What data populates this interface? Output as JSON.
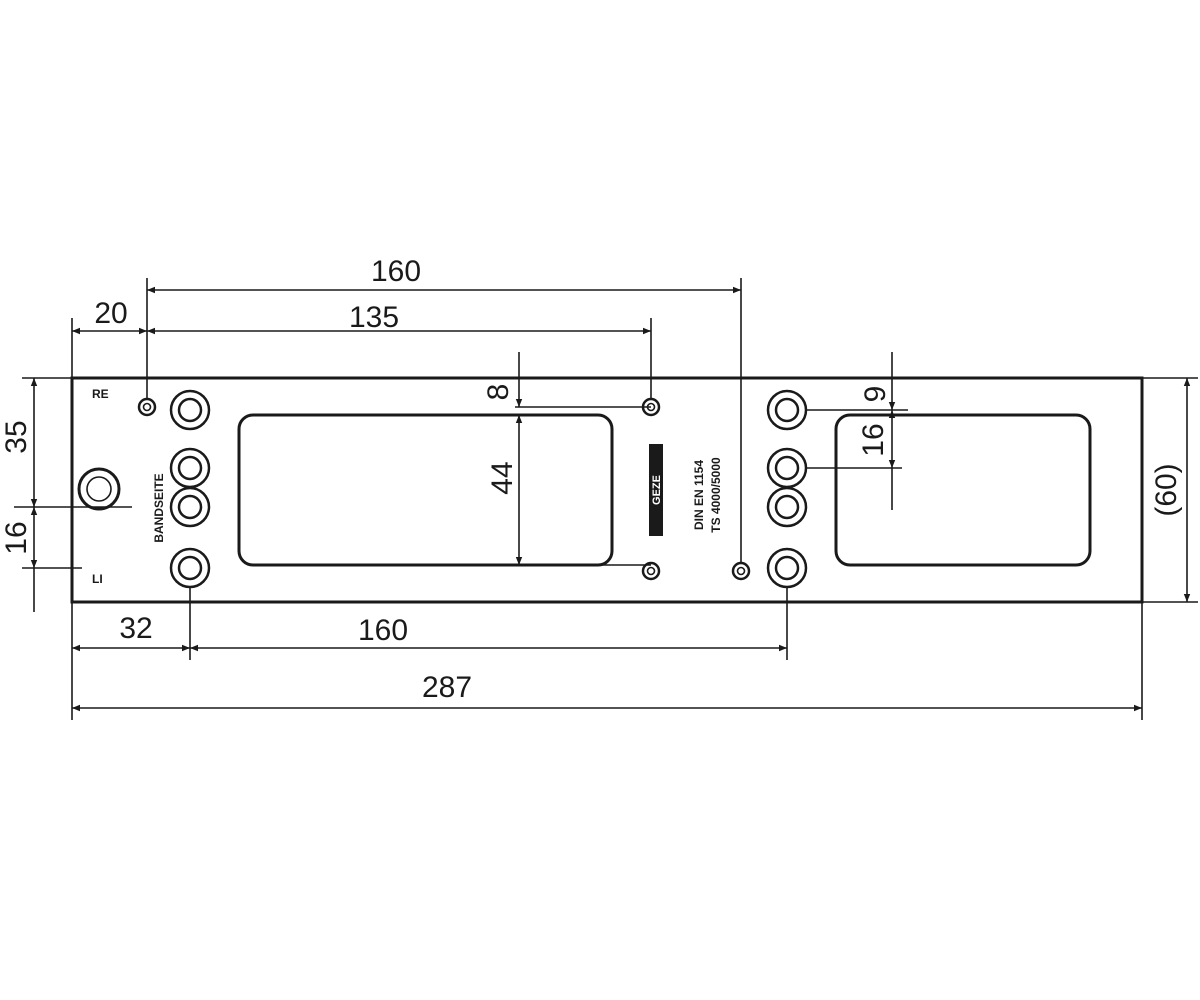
{
  "dimensions": {
    "top_160": "160",
    "top_20": "20",
    "top_135": "135",
    "left_35": "35",
    "left_16": "16",
    "inner_8": "8",
    "inner_44": "44",
    "right_9": "9",
    "right_16": "16",
    "right_60": "(60)",
    "bottom_32": "32",
    "bottom_160": "160",
    "bottom_287": "287"
  },
  "labels": {
    "re": "RE",
    "li": "LI",
    "bandseite": "BANDSEITE",
    "logo": "GEZE",
    "standard_1": "DIN EN 1154",
    "standard_2": "TS 4000/5000"
  },
  "colors": {
    "line": "#1a1a1a",
    "background": "#ffffff"
  }
}
